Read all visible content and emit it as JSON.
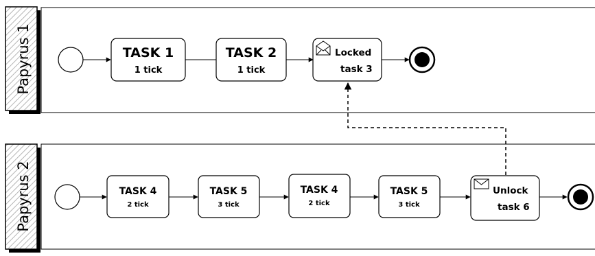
{
  "pools": [
    {
      "label": "Papyrus 1"
    },
    {
      "label": "Papyrus 2"
    }
  ],
  "tasks": {
    "task1": {
      "title": "TASK 1",
      "sub": "1 tick"
    },
    "task2": {
      "title": "TASK 2",
      "sub": "1 tick"
    },
    "locked": {
      "line1": "Locked",
      "line2": "task 3"
    },
    "task4a": {
      "title": "TASK 4",
      "sub": "2 tick"
    },
    "task5a": {
      "title": "TASK 5",
      "sub": "3 tick"
    },
    "task4b": {
      "title": "TASK 4",
      "sub": "2 tick"
    },
    "task5b": {
      "title": "TASK 5",
      "sub": "3 tick"
    },
    "unlock": {
      "line1": "Unlock",
      "line2": "task 6"
    }
  },
  "icons": {
    "message_open": "envelope-open-icon",
    "message_closed": "envelope-icon"
  }
}
